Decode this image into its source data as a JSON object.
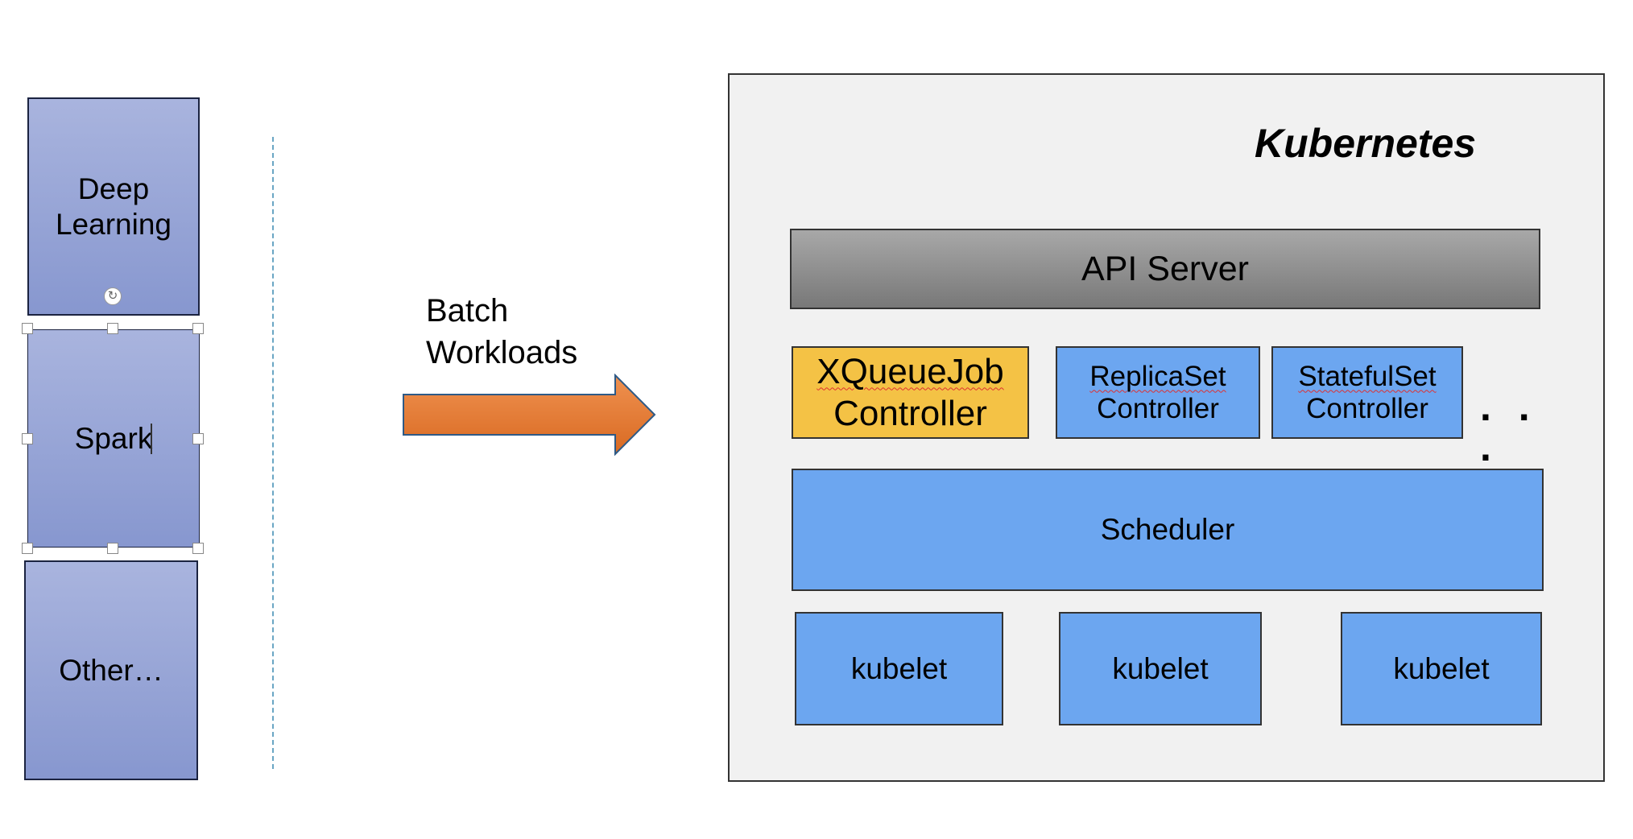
{
  "workloads": [
    {
      "label": "Deep\nLearning"
    },
    {
      "label": "Spark"
    },
    {
      "label": "Other…"
    }
  ],
  "arrow": {
    "label": "Batch\nWorkloads",
    "color": "#e9803a"
  },
  "kubernetes": {
    "title": "Kubernetes",
    "api_server": "API Server",
    "controllers": [
      {
        "line1": "XQueueJob",
        "line2": "Controller",
        "color": "#f4c245"
      },
      {
        "line1": "ReplicaSet",
        "line2": "Controller",
        "color": "#6ca6f0"
      },
      {
        "line1": "StatefulSet",
        "line2": "Controller",
        "color": "#6ca6f0"
      }
    ],
    "more": ". . .",
    "scheduler": "Scheduler",
    "kubelets": [
      "kubelet",
      "kubelet",
      "kubelet"
    ]
  }
}
